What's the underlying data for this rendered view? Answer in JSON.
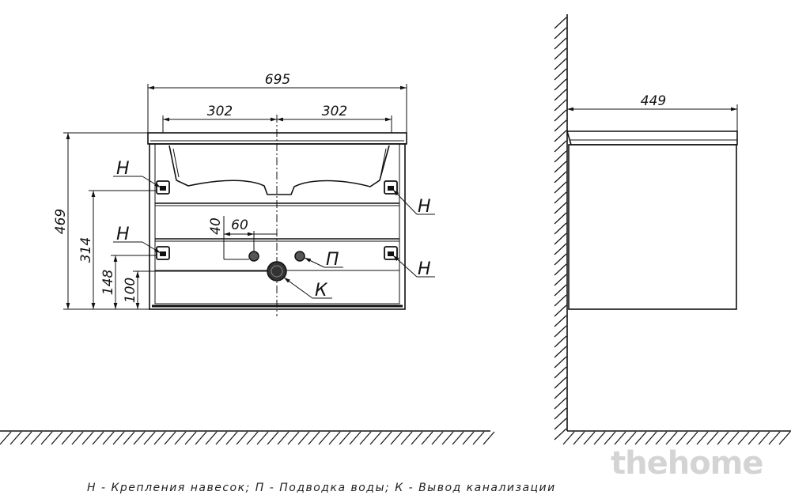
{
  "front_view": {
    "dims": {
      "width_total": "695",
      "width_left": "302",
      "width_right": "302",
      "height_total": "469",
      "height_upper_mounts": "314",
      "height_lower_mounts": "148",
      "height_drain": "100",
      "water_offset_v": "40",
      "water_offset_h": "60"
    },
    "labels": {
      "mount_top_left": "Н",
      "mount_top_right": "Н",
      "mount_bottom_left": "Н",
      "mount_bottom_right": "Н",
      "water_supply": "П",
      "drain": "К"
    }
  },
  "side_view": {
    "dims": {
      "depth": "449"
    }
  },
  "legend": "Н - Крепления навесок; П - Подводка воды; К - Вывод канализации",
  "watermark": "thehome"
}
